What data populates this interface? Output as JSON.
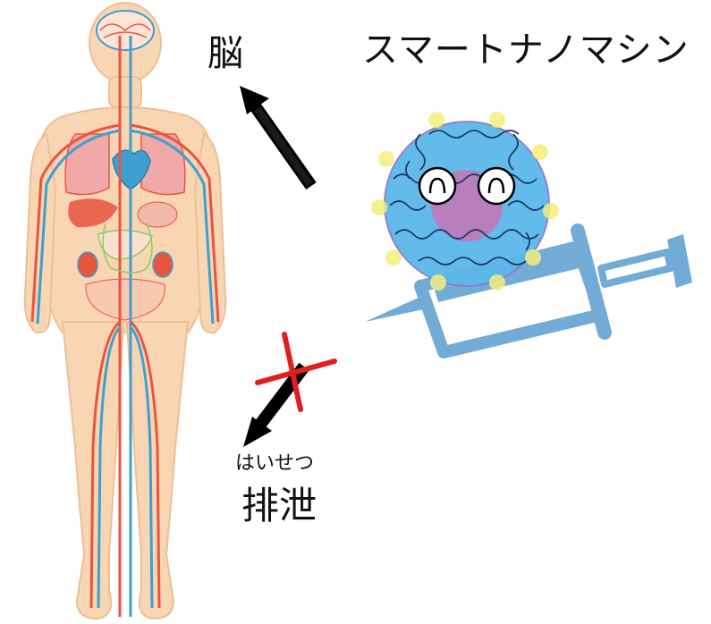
{
  "title": "スマートナノマシン",
  "labels": {
    "brain": "脳",
    "excretion": "排泄",
    "excretion_reading": "はいせつ"
  },
  "colors": {
    "skin": "#f8d5b3",
    "skin_outline": "#eebf95",
    "artery": "#e8553f",
    "vein": "#3f9fd0",
    "lung": "#f0a8a8",
    "organ_green": "#88cc66",
    "nanomachine_shell": "#5bb8ea",
    "nanomachine_core": "#c07ab8",
    "ligand_dot": "#f4ef7e",
    "syringe": "#72acd6",
    "arrow": "#000000",
    "cross": "#e02020"
  },
  "icons": [
    "human-body-illustration",
    "nanomachine-icon",
    "syringe-icon",
    "arrow-to-brain-icon",
    "arrow-to-excretion-icon",
    "blocked-cross-icon"
  ]
}
